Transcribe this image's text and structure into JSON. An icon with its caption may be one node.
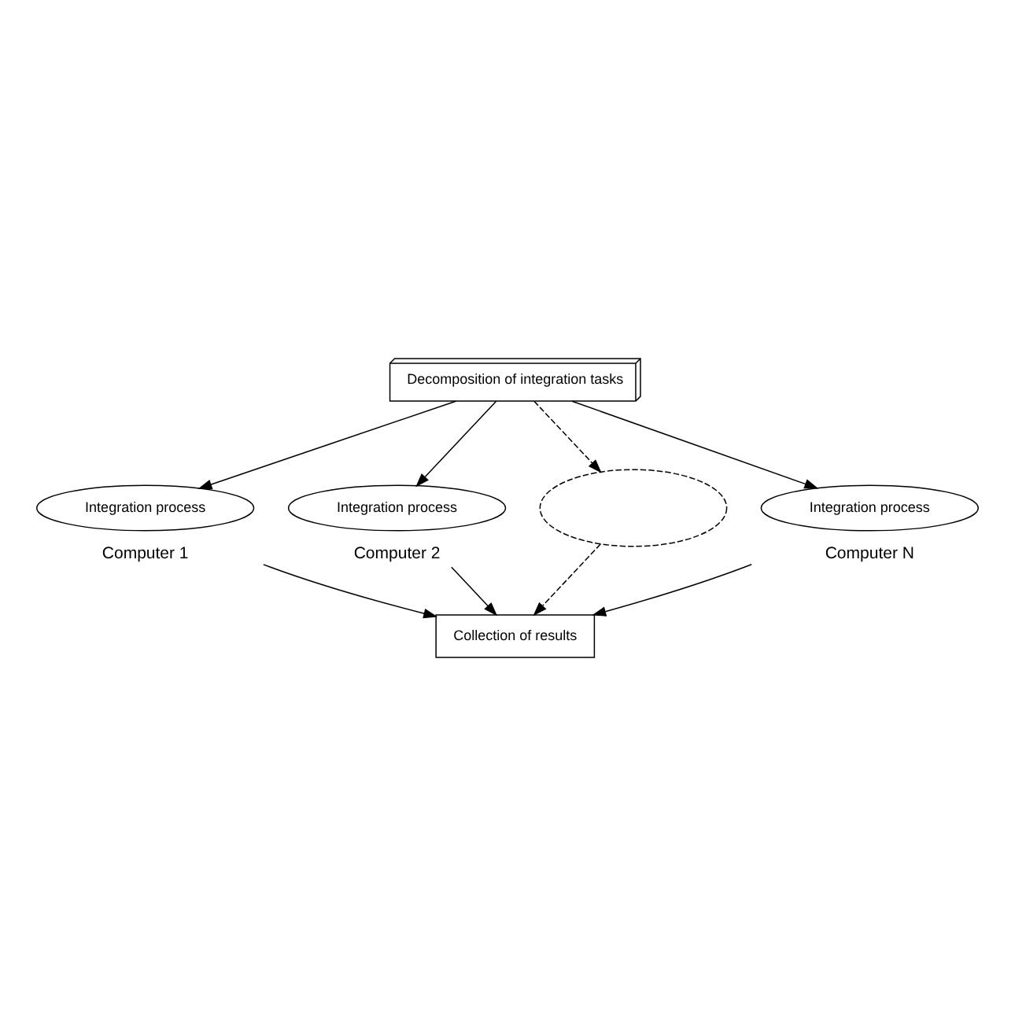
{
  "diagram": {
    "nodes": [
      {
        "text": [
          "Decomposition of integration tasks"
        ]
      },
      {
        "text": [
          "Integration process"
        ],
        "beside": [
          "Computer 1"
        ]
      },
      {
        "text": [
          "Integration process"
        ],
        "beside": [
          "Computer 2"
        ]
      },
      {
        "text": [],
        "shape": "ellipse"
      },
      {
        "text": [
          "Integration process"
        ],
        "beside": [
          "Computer N"
        ]
      },
      {
        "text": [
          "Collection of results"
        ]
      }
    ],
    "edges": [
      {
        "from": 0,
        "to": 1,
        "arrow": "to"
      },
      {
        "from": 0,
        "to": 2,
        "arrow": "to"
      },
      {
        "from": 0,
        "to": 3,
        "arrow": "to",
        "style": "dashed"
      },
      {
        "from": 0,
        "to": 4,
        "arrow": "to"
      },
      {
        "from": 1,
        "to": 5,
        "arrow": "to"
      },
      {
        "from": 2,
        "to": 5,
        "arrow": "to"
      },
      {
        "from": 3,
        "to": 5,
        "arrow": "to",
        "style": "dashed"
      },
      {
        "from": 4,
        "to": 5,
        "arrow": "to"
      }
    ]
  }
}
